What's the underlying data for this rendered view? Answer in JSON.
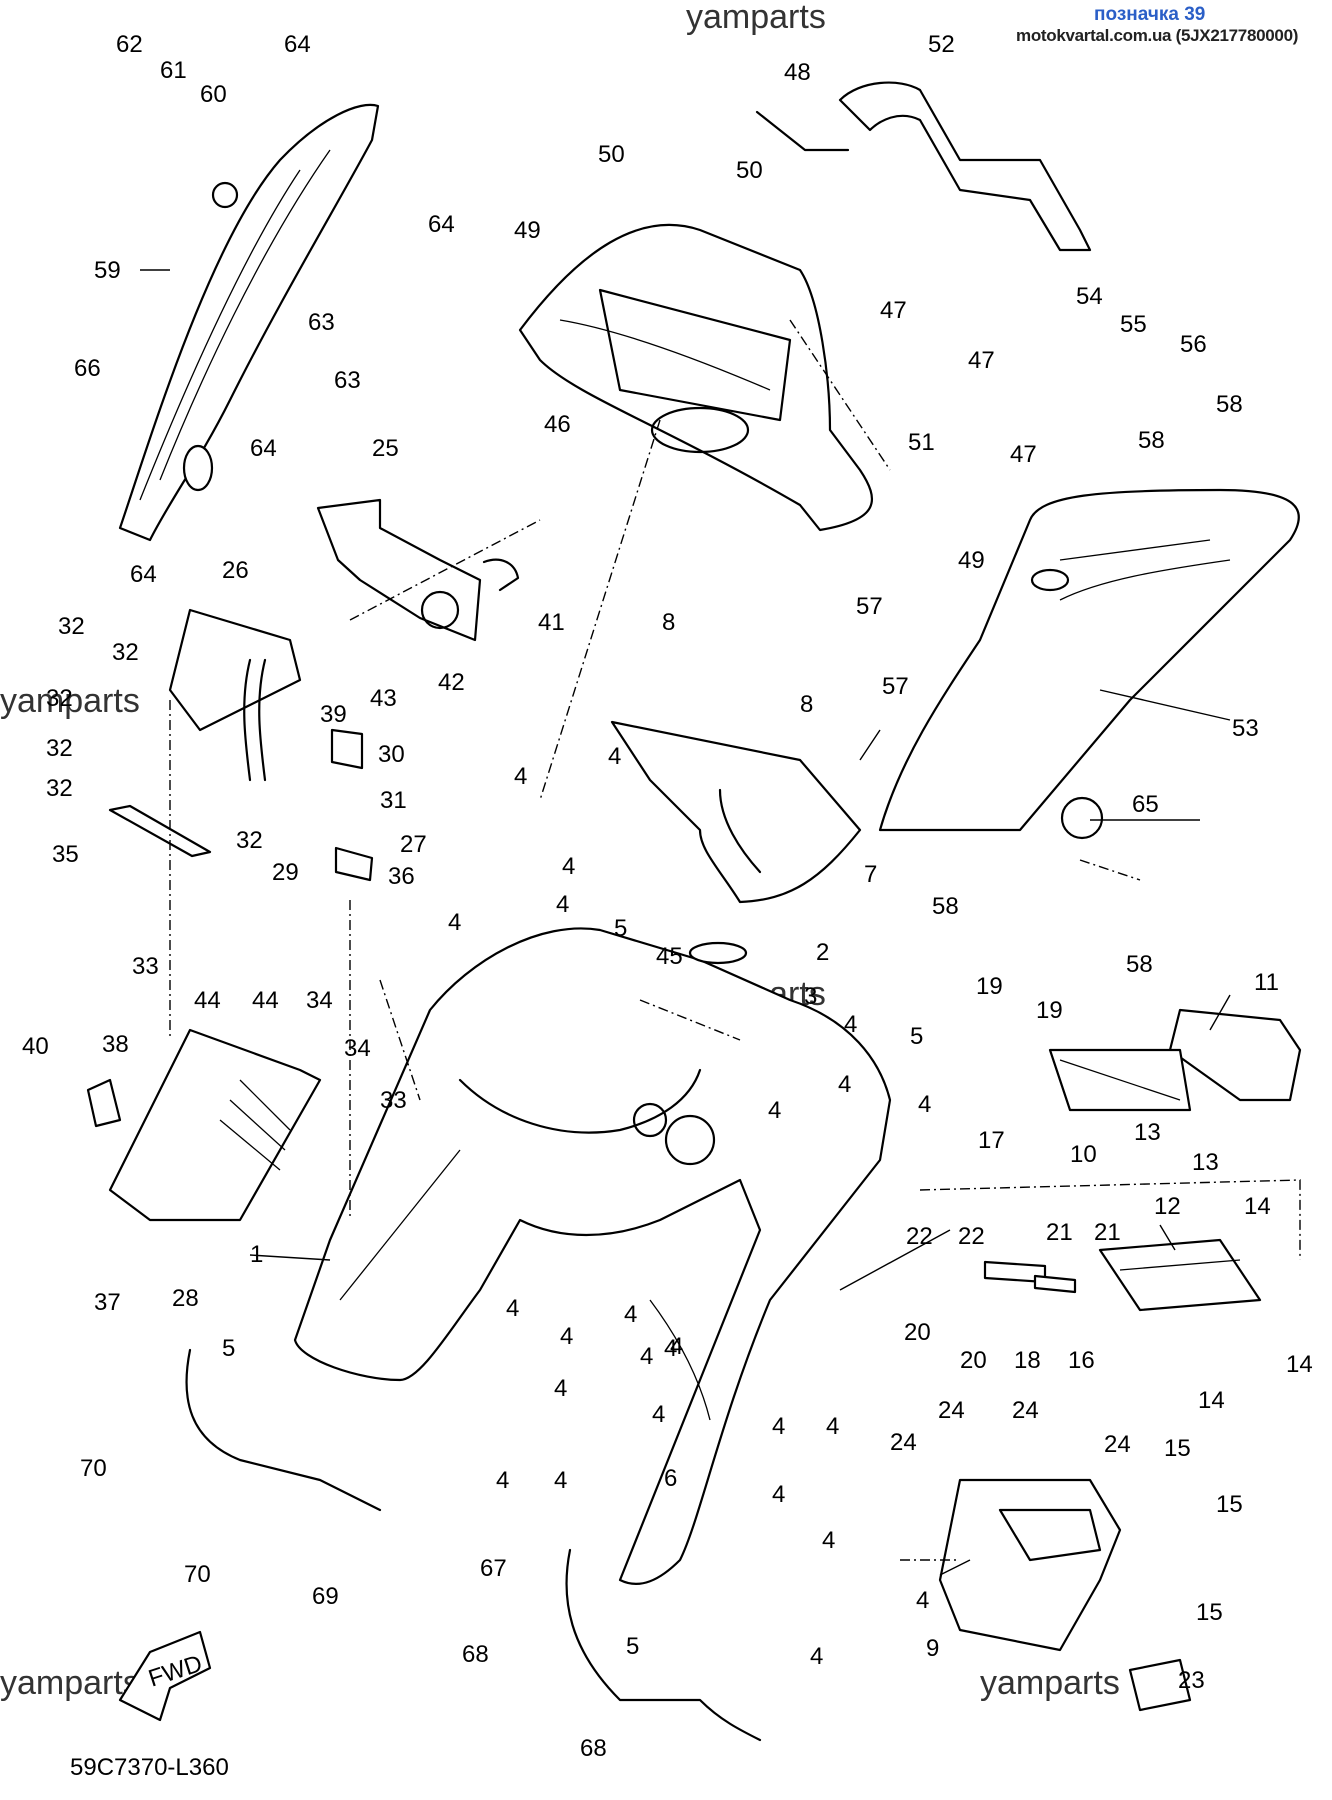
{
  "header": {
    "label": "позначка 39",
    "site": "motokvartal.com.ua (5JX217780000)"
  },
  "watermark": "yamparts",
  "diagram_code": "59C7370-L360",
  "fwd_label": "FWD",
  "callouts": {
    "n1": "1",
    "n2": "2",
    "n3": "3",
    "n4": "4",
    "n5": "5",
    "n6": "6",
    "n7": "7",
    "n8": "8",
    "n9": "9",
    "n10": "10",
    "n11": "11",
    "n12": "12",
    "n13": "13",
    "n14": "14",
    "n15": "15",
    "n16": "16",
    "n17": "17",
    "n18": "18",
    "n19": "19",
    "n20": "20",
    "n21": "21",
    "n22": "22",
    "n23": "23",
    "n24": "24",
    "n25": "25",
    "n26": "26",
    "n27": "27",
    "n28": "28",
    "n29": "29",
    "n30": "30",
    "n31": "31",
    "n32": "32",
    "n33": "33",
    "n34": "34",
    "n35": "35",
    "n36": "36",
    "n37": "37",
    "n38": "38",
    "n39": "39",
    "n40": "40",
    "n41": "41",
    "n42": "42",
    "n43": "43",
    "n44": "44",
    "n45": "45",
    "n46": "46",
    "n47": "47",
    "n48": "48",
    "n49": "49",
    "n50": "50",
    "n51": "51",
    "n52": "52",
    "n53": "53",
    "n54": "54",
    "n55": "55",
    "n56": "56",
    "n57": "57",
    "n58": "58",
    "n59": "59",
    "n60": "60",
    "n61": "61",
    "n62": "62",
    "n63": "63",
    "n64": "64",
    "n65": "65",
    "n66": "66",
    "n67": "67",
    "n68": "68",
    "n69": "69",
    "n70": "70"
  }
}
